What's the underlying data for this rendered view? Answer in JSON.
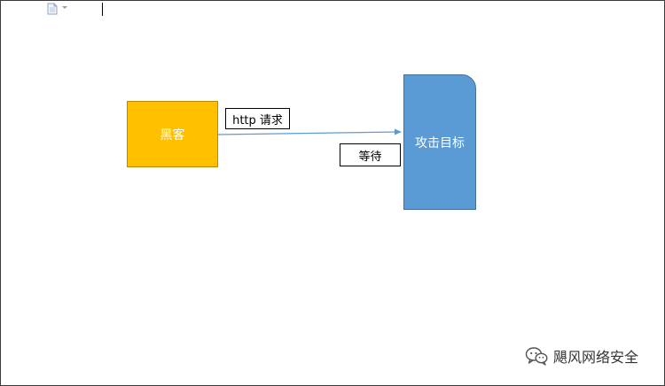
{
  "diagram": {
    "hacker": "黑客",
    "target": "攻击目标",
    "http_request": "http 请求",
    "wait": "等待"
  },
  "watermark": {
    "text": "飓风网络安全"
  },
  "colors": {
    "hacker_fill": "#ffc000",
    "target_fill": "#5b9bd5",
    "arrow": "#5b9bd5"
  }
}
